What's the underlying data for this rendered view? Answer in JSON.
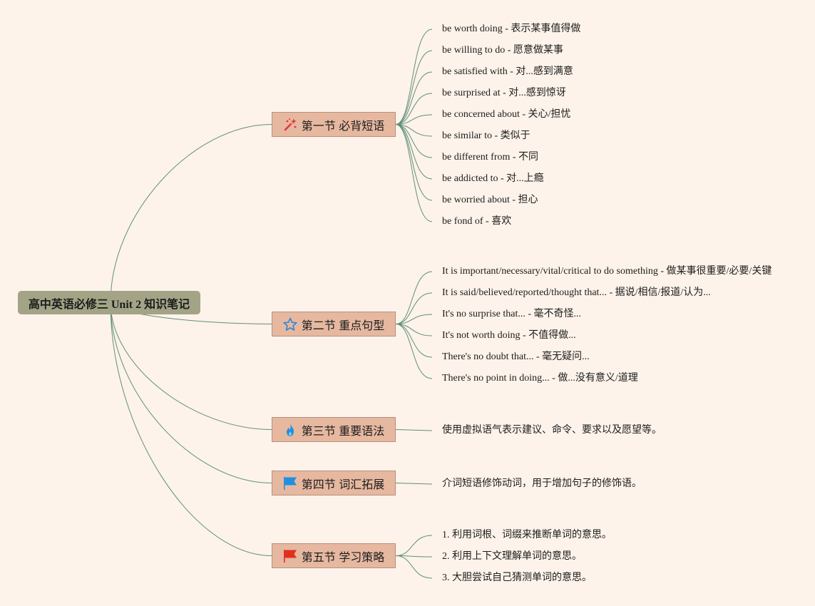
{
  "root": {
    "label": "高中英语必修三 Unit 2 知识笔记"
  },
  "colors": {
    "background": "#fdf3ea",
    "root_fill": "#a3a486",
    "branch_fill": "#e6b8a0",
    "branch_border": "#b98f7d",
    "connector": "#5f8f7a"
  },
  "branches": [
    {
      "label": "第一节 必背短语",
      "icon": "magic-wand-icon",
      "items": [
        "be worth doing - 表示某事值得做",
        "be willing to do - 愿意做某事",
        "be satisfied with - 对...感到满意",
        "be surprised at - 对...感到惊讶",
        "be concerned about - 关心/担忧",
        "be similar to - 类似于",
        "be different from - 不同",
        "be addicted to - 对...上瘾",
        "be worried about - 担心",
        "be fond of - 喜欢"
      ]
    },
    {
      "label": "第二节 重点句型",
      "icon": "star-outline-icon",
      "items": [
        "It is important/necessary/vital/critical to do something - 做某事很重要/必要/关键",
        "It is said/believed/reported/thought that... - 据说/相信/报道/认为...",
        "It's no surprise that... - 毫不奇怪...",
        "It's not worth doing - 不值得做...",
        "There's no doubt that... - 毫无疑问...",
        "There's no point in doing... - 做...没有意义/道理"
      ]
    },
    {
      "label": "第三节 重要语法",
      "icon": "fire-icon",
      "items": [
        "使用虚拟语气表示建议、命令、要求以及愿望等。"
      ]
    },
    {
      "label": "第四节 词汇拓展",
      "icon": "blue-flag-icon",
      "items": [
        "介词短语修饰动词，用于增加句子的修饰语。"
      ]
    },
    {
      "label": "第五节 学习策略",
      "icon": "red-flag-icon",
      "items": [
        "1. 利用词根、词缀来推断单词的意思。",
        "2. 利用上下文理解单词的意思。",
        "3. 大胆尝试自己猜测单词的意思。"
      ]
    }
  ]
}
